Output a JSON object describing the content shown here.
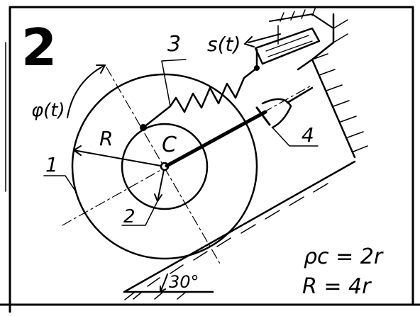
{
  "problem_number": "2",
  "labels": {
    "spring_number": "3",
    "displacement": "s(t)",
    "angle_fn": "φ(t)",
    "outer_radius": "R",
    "center": "C",
    "part_1": "1",
    "part_2": "2",
    "part_4": "4",
    "incline_angle": "30°"
  },
  "formulas": {
    "line1": "ρc = 2r",
    "line2": "R = 4r"
  }
}
